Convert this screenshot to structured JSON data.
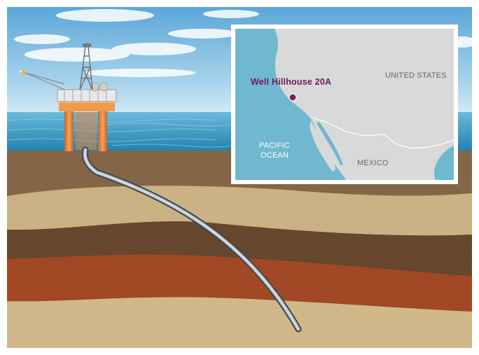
{
  "map": {
    "well_label": "Well Hillhouse 20A",
    "country_labels": [
      "UNITED STATES",
      "MEXICO"
    ],
    "ocean_label_line1": "PACIFIC",
    "ocean_label_line2": "OCEAN"
  },
  "colors": {
    "sky_top": "#5fa9d6",
    "sea": "#2f93bd",
    "map_land": "#d9d9d9",
    "map_water": "#6fb8cf",
    "well_marker": "#7a1f5c",
    "well_text": "#6a1b5a",
    "rig_orange": "#e8893a",
    "pipe": "#7d8590"
  }
}
